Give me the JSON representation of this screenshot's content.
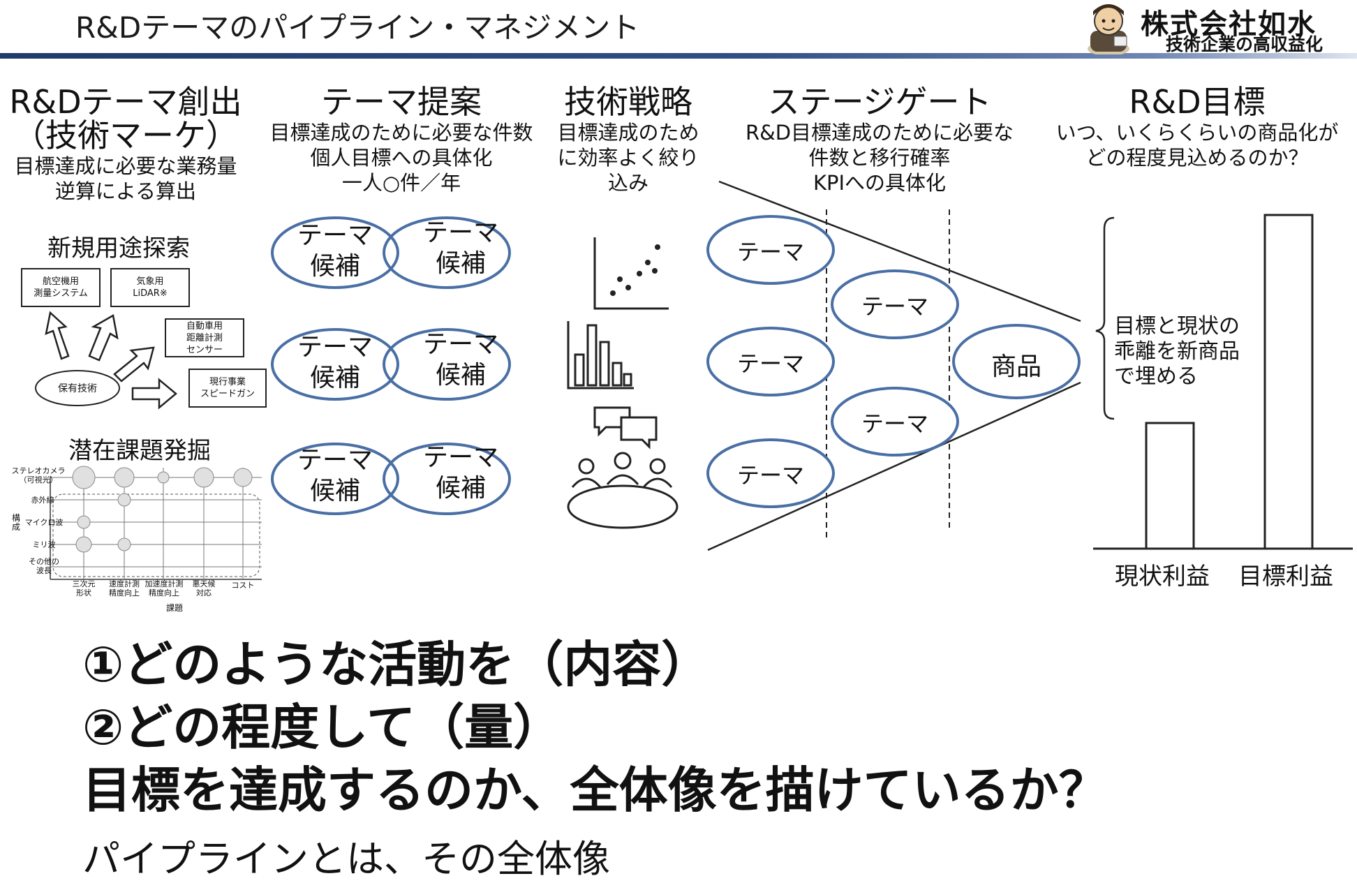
{
  "header": {
    "title": "R&Dテーマのパイプライン・マネジメント",
    "company_name": "株式会社如水",
    "company_tagline": "技術企業の高収益化"
  },
  "columns": {
    "creation": {
      "title": "R&Dテーマ創出",
      "title2": "（技術マーケ）",
      "desc1": "目標達成に必要な業務量",
      "desc2": "逆算による算出"
    },
    "proposal": {
      "title": "テーマ提案",
      "desc1": "目標達成のために必要な件数",
      "desc2": "個人目標への具体化",
      "desc3": "一人○件／年"
    },
    "strategy": {
      "title": "技術戦略",
      "desc1": "目標達成のため",
      "desc2": "に効率よく絞り",
      "desc3": "込み"
    },
    "stagegate": {
      "title": "ステージゲート",
      "desc1": "R&D目標達成のために必要な",
      "desc2": "件数と移行確率",
      "desc3": "KPIへの具体化"
    },
    "goal": {
      "title": "R&D目標",
      "desc1": "いつ、いくらくらいの商品化が",
      "desc2": "どの程度見込めるのか？"
    }
  },
  "new_use": {
    "title": "新規用途探索",
    "boxes": [
      "航空機用\n測量システム",
      "気象用\nLiDAR※",
      "自動車用\n距離計測\nセンサー",
      "現行事業\nスピードガン"
    ],
    "center": "保有技術"
  },
  "latent": {
    "title": "潜在課題発掘",
    "rows": [
      "ステレオカメラ\n（可視光）",
      "赤外線",
      "マイクロ波",
      "ミリ波",
      "その他の\n波長"
    ],
    "cols": [
      "三次元\n形状",
      "速度計測\n精度向上",
      "加速度計測\n精度向上",
      "悪天候\n対応",
      "コスト"
    ],
    "y_label": "構成",
    "x_label": "課題"
  },
  "candidates": {
    "line1": "テーマ",
    "line2": "候補"
  },
  "stage": {
    "theme": "テーマ",
    "product": "商品"
  },
  "gap": {
    "line1": "目標と現状の",
    "line2": "乖離を新商品",
    "line3": "で埋める"
  },
  "bar_labels": {
    "current": "現状利益",
    "target": "目標利益"
  },
  "bottom": {
    "line1": "①どのような活動を（内容）",
    "line2": "②どの程度して（量）",
    "line3": "目標を達成するのか、全体像を描けているか？",
    "line4": "パイプラインとは、その全体像"
  },
  "colors": {
    "header_navy": "#1f3a6b",
    "ellipse_blue": "#4a6fa5"
  }
}
